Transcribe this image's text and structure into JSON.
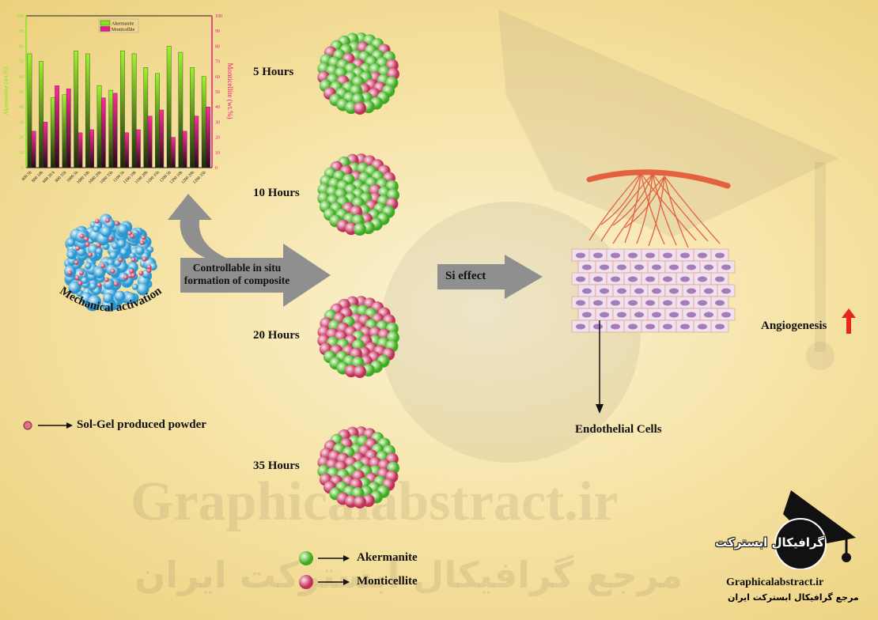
{
  "watermark": {
    "latin": "Graphicalabstract.ir",
    "persian": "مرجع گرافیکال ابسترکت ایران",
    "overlay": "گرافیکال ابسترکت"
  },
  "chart_data": {
    "type": "bar",
    "categories": [
      "800 5h",
      "800 10h",
      "800 20 h",
      "800 35h",
      "1000 5h",
      "1000 10h",
      "1000 20h",
      "1000 35h",
      "1100 5h",
      "1100 10h",
      "1100 20h",
      "1100 35h",
      "1200 5h",
      "1200 10h",
      "1200 20h",
      "1200 35h"
    ],
    "series": [
      {
        "name": "Akermanite",
        "values": [
          75,
          70,
          46,
          48,
          77,
          75,
          54,
          51,
          77,
          75,
          66,
          62,
          80,
          76,
          66,
          60
        ],
        "color": "#7ee81a"
      },
      {
        "name": "Monticellite",
        "values": [
          24,
          30,
          54,
          52,
          23,
          25,
          46,
          49,
          23,
          25,
          34,
          38,
          20,
          24,
          34,
          40
        ],
        "color": "#e8198a"
      }
    ],
    "ylabel": "Akermanite (wt.%)",
    "y2label": "Monticellite (wt.%)",
    "ylim": [
      0,
      100
    ],
    "yticks": [
      0,
      10,
      20,
      30,
      40,
      50,
      60,
      70,
      80,
      90,
      100
    ],
    "legend": "top-center",
    "grid": false
  },
  "labels": {
    "mechanical": "Mechanical activation",
    "controllable": "Controllable in situ formation of composite",
    "si_effect": "Si effect",
    "endothelial": "Endothelial Cells",
    "angiogenesis": "Angiogenesis",
    "solgel": "Sol-Gel produced powder",
    "akermanite": "Akermanite",
    "monticellite": "Monticellite"
  },
  "times": [
    {
      "label": "5 Hours",
      "monticellite_fraction": 0.24
    },
    {
      "label": "10 Hours",
      "monticellite_fraction": 0.3
    },
    {
      "label": "20 Hours",
      "monticellite_fraction": 0.45
    },
    {
      "label": "35 Hours",
      "monticellite_fraction": 0.55
    }
  ],
  "colors": {
    "akermanite": "#7fdc5a",
    "monticellite": "#e0527c",
    "particle": "#4cb4e0",
    "arrow": "#8f8f8f",
    "vessel": "#e4603e",
    "angio_arrow": "#e8261a"
  },
  "logo": {
    "text": "گرافیکال ابسترکت",
    "site": "Graphicalabstract.ir",
    "tagline": "مرجع گرافیکال ابسترکت ایران"
  }
}
